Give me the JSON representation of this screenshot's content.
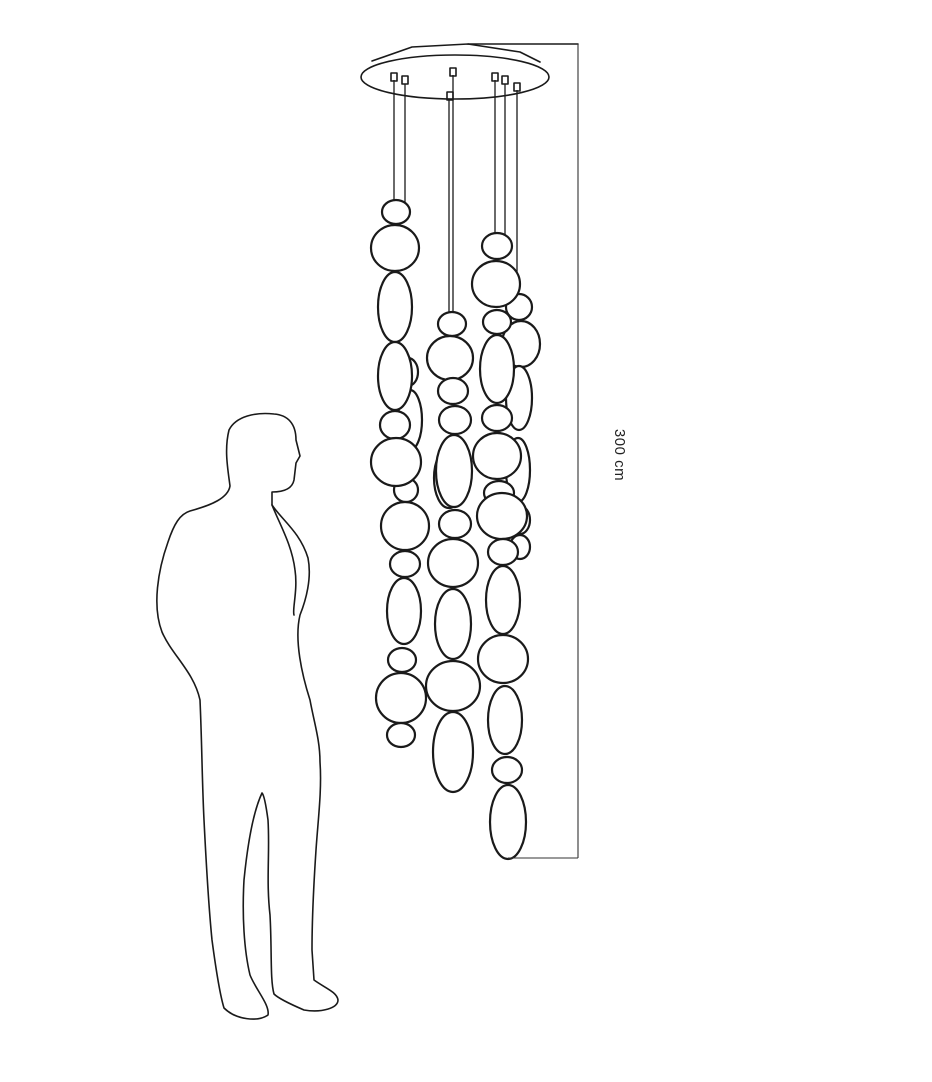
{
  "dimension": {
    "height_label": "300 cm",
    "height_value": 300,
    "unit": "cm"
  },
  "colors": {
    "line": "#1a1a1a",
    "background": "#ffffff"
  }
}
